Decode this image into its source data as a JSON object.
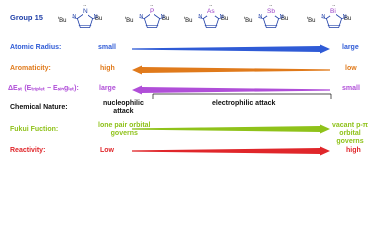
{
  "group_label": "Group 15",
  "substituent": "Bu",
  "substituent_prefix": "t",
  "elements": [
    "N",
    "P",
    "As",
    "Sb",
    "Bi"
  ],
  "rows": [
    {
      "label": "Atomic Radius:",
      "left": "small",
      "right": "large",
      "direction": "right",
      "color": "#2f5bd6"
    },
    {
      "label": "Aromaticity:",
      "left": "high",
      "right": "low",
      "direction": "left",
      "color": "#e07a1b"
    },
    {
      "label": "ΔEₛₜ (Eₜᵣᵢₚₗₑₜ − Eₛᵢₙgₗₑₜ):",
      "left": "large",
      "right": "small",
      "direction": "left",
      "color": "#b04ed8"
    },
    {
      "label": "Fukui Fuction:",
      "left": "lone pair orbital\ngoverns",
      "right": "vacant p-π orbital\ngoverns",
      "direction": "right",
      "color": "#8fc21a"
    },
    {
      "label": "Reactivity:",
      "left": "Low",
      "right": "high",
      "direction": "right",
      "color": "#e0262a"
    }
  ],
  "chemical_nature": {
    "label": "Chemical Nature:",
    "nucleophilic": "nucleophilic\nattack",
    "electrophilic": "electrophilic attack"
  },
  "colors": {
    "N": "#1f3fa8",
    "heavy": "#9b3fc6",
    "text_label": "#111111"
  }
}
